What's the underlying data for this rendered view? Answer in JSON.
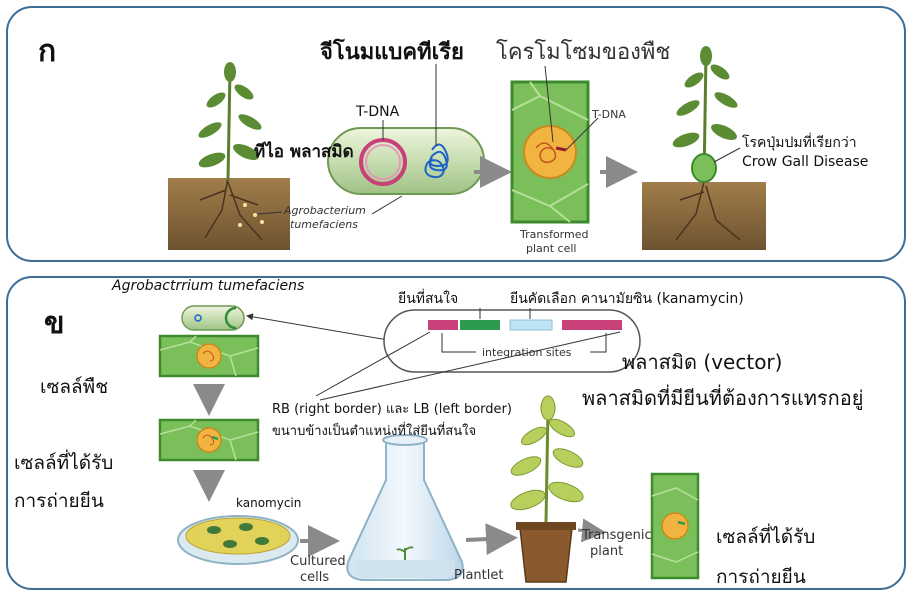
{
  "panel_a": {
    "letter": "ก",
    "genome_label": "จีโนมแบคทีเรีย",
    "chromosome_label": "โครโมโซมของพืช",
    "tdna_label_1": "T-DNA",
    "tdna_label_2": "T-DNA",
    "ti_plasmid_label": "ทีไอ พลาสมิด",
    "agro_label_1": "Agrobacterium",
    "agro_label_2": "tumefaciens",
    "transformed_1": "Transformed",
    "transformed_2": "plant cell",
    "disease_label_th": "โรคปุ่มปมที่เรียกว่า",
    "disease_label_en": "Crow Gall Disease"
  },
  "panel_b": {
    "letter": "ข",
    "agro_title": "Agrobactrrium tumefaciens",
    "gene_interest": "ยีนที่สนใจ",
    "selection_gene": "ยีนคัดเลือก คานามัยซิน (kanamycin)",
    "integration_sites": "integration sites",
    "vector_label": "พลาสมิด (vector)",
    "plasmid_with_gene": "พลาสมิดที่มียีนที่ต้องการแทรกอยู่",
    "border_line1": "RB (right border) และ LB (left border)",
    "border_line2": "ขนาบข้างเป็นตำแหน่งที่ใส่ยีนที่สนใจ",
    "plant_cell": "เซลล์พืช",
    "transfected_1": "เซลล์ที่ได้รับ",
    "transfected_2": "การถ่ายยีน",
    "kanomycin": "kanomycin",
    "cultured_1": "Cultured",
    "cultured_2": "cells",
    "plantlet": "Plantlet",
    "transgenic_1": "Transgenic",
    "transgenic_2": "plant",
    "final_1": "เซลล์ที่ได้รับ",
    "final_2": "การถ่ายยีน"
  },
  "colors": {
    "border": "#3b6d97",
    "cell_green": "#7bbf5b",
    "cell_dark": "#3e8a2e",
    "nucleus": "#f2b441",
    "dna_blue": "#1f63c8",
    "plasmid_pink": "#c8417a",
    "soil": "#8a6a3e",
    "arrow_gray": "#8a8a8a"
  }
}
